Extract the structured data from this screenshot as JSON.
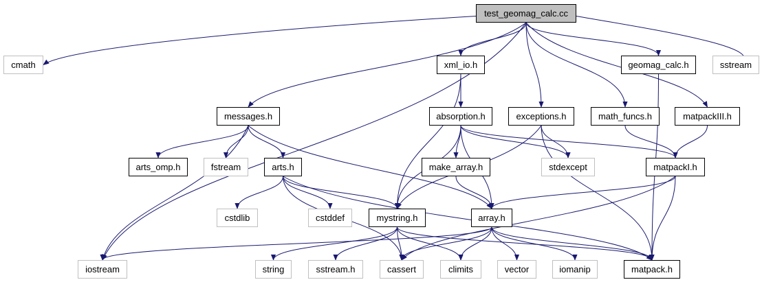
{
  "graph": {
    "edge_color": "#191970",
    "root_fill": "#bfbfbf",
    "internal_border": "#000000",
    "external_border": "#bfbfbf",
    "nodes": [
      {
        "id": "test_geomag_calc_cc",
        "label": "test_geomag_calc.cc",
        "kind": "root"
      },
      {
        "id": "cmath",
        "label": "cmath",
        "kind": "external"
      },
      {
        "id": "xml_io_h",
        "label": "xml_io.h",
        "kind": "internal"
      },
      {
        "id": "geomag_calc_h",
        "label": "geomag_calc.h",
        "kind": "internal"
      },
      {
        "id": "sstream",
        "label": "sstream",
        "kind": "external"
      },
      {
        "id": "messages_h",
        "label": "messages.h",
        "kind": "internal"
      },
      {
        "id": "absorption_h",
        "label": "absorption.h",
        "kind": "internal"
      },
      {
        "id": "exceptions_h",
        "label": "exceptions.h",
        "kind": "internal"
      },
      {
        "id": "math_funcs_h",
        "label": "math_funcs.h",
        "kind": "internal"
      },
      {
        "id": "matpackIII_h",
        "label": "matpackIII.h",
        "kind": "internal"
      },
      {
        "id": "arts_omp_h",
        "label": "arts_omp.h",
        "kind": "internal"
      },
      {
        "id": "fstream",
        "label": "fstream",
        "kind": "external"
      },
      {
        "id": "arts_h",
        "label": "arts.h",
        "kind": "internal"
      },
      {
        "id": "make_array_h",
        "label": "make_array.h",
        "kind": "internal"
      },
      {
        "id": "stdexcept",
        "label": "stdexcept",
        "kind": "external"
      },
      {
        "id": "matpackI_h",
        "label": "matpackI.h",
        "kind": "internal"
      },
      {
        "id": "cstdlib",
        "label": "cstdlib",
        "kind": "external"
      },
      {
        "id": "cstddef",
        "label": "cstddef",
        "kind": "external"
      },
      {
        "id": "mystring_h",
        "label": "mystring.h",
        "kind": "internal"
      },
      {
        "id": "array_h",
        "label": "array.h",
        "kind": "internal"
      },
      {
        "id": "iostream",
        "label": "iostream",
        "kind": "external"
      },
      {
        "id": "string",
        "label": "string",
        "kind": "external"
      },
      {
        "id": "sstream_h",
        "label": "sstream.h",
        "kind": "external"
      },
      {
        "id": "cassert",
        "label": "cassert",
        "kind": "external"
      },
      {
        "id": "climits",
        "label": "climits",
        "kind": "external"
      },
      {
        "id": "vector",
        "label": "vector",
        "kind": "external"
      },
      {
        "id": "iomanip",
        "label": "iomanip",
        "kind": "external"
      },
      {
        "id": "matpack_h",
        "label": "matpack.h",
        "kind": "internal"
      }
    ],
    "edges": [
      [
        "test_geomag_calc_cc",
        "cmath"
      ],
      [
        "test_geomag_calc_cc",
        "iostream"
      ],
      [
        "test_geomag_calc_cc",
        "messages_h"
      ],
      [
        "test_geomag_calc_cc",
        "xml_io_h"
      ],
      [
        "test_geomag_calc_cc",
        "exceptions_h"
      ],
      [
        "test_geomag_calc_cc",
        "math_funcs_h"
      ],
      [
        "test_geomag_calc_cc",
        "matpackIII_h"
      ],
      [
        "test_geomag_calc_cc",
        "geomag_calc_h"
      ],
      [
        "test_geomag_calc_cc",
        "sstream"
      ],
      [
        "xml_io_h",
        "absorption_h"
      ],
      [
        "xml_io_h",
        "mystring_h"
      ],
      [
        "geomag_calc_h",
        "matpack_h"
      ],
      [
        "messages_h",
        "iostream"
      ],
      [
        "messages_h",
        "arts_omp_h"
      ],
      [
        "messages_h",
        "fstream"
      ],
      [
        "messages_h",
        "arts_h"
      ],
      [
        "messages_h",
        "array_h"
      ],
      [
        "arts_h",
        "cstdlib"
      ],
      [
        "arts_h",
        "cstddef"
      ],
      [
        "arts_h",
        "mystring_h"
      ],
      [
        "arts_h",
        "cassert"
      ],
      [
        "arts_h",
        "matpack_h"
      ],
      [
        "absorption_h",
        "mystring_h"
      ],
      [
        "absorption_h",
        "make_array_h"
      ],
      [
        "absorption_h",
        "array_h"
      ],
      [
        "absorption_h",
        "stdexcept"
      ],
      [
        "absorption_h",
        "matpackI_h"
      ],
      [
        "exceptions_h",
        "stdexcept"
      ],
      [
        "exceptions_h",
        "mystring_h"
      ],
      [
        "exceptions_h",
        "matpack_h"
      ],
      [
        "math_funcs_h",
        "matpackI_h"
      ],
      [
        "matpackIII_h",
        "matpackI_h"
      ],
      [
        "make_array_h",
        "array_h"
      ],
      [
        "matpackI_h",
        "array_h"
      ],
      [
        "matpackI_h",
        "matpack_h"
      ],
      [
        "matpackI_h",
        "cassert"
      ],
      [
        "mystring_h",
        "string"
      ],
      [
        "mystring_h",
        "sstream_h"
      ],
      [
        "mystring_h",
        "cassert"
      ],
      [
        "mystring_h",
        "climits"
      ],
      [
        "mystring_h",
        "matpack_h"
      ],
      [
        "array_h",
        "iostream"
      ],
      [
        "array_h",
        "cassert"
      ],
      [
        "array_h",
        "climits"
      ],
      [
        "array_h",
        "vector"
      ],
      [
        "array_h",
        "iomanip"
      ],
      [
        "array_h",
        "matpack_h"
      ]
    ]
  }
}
